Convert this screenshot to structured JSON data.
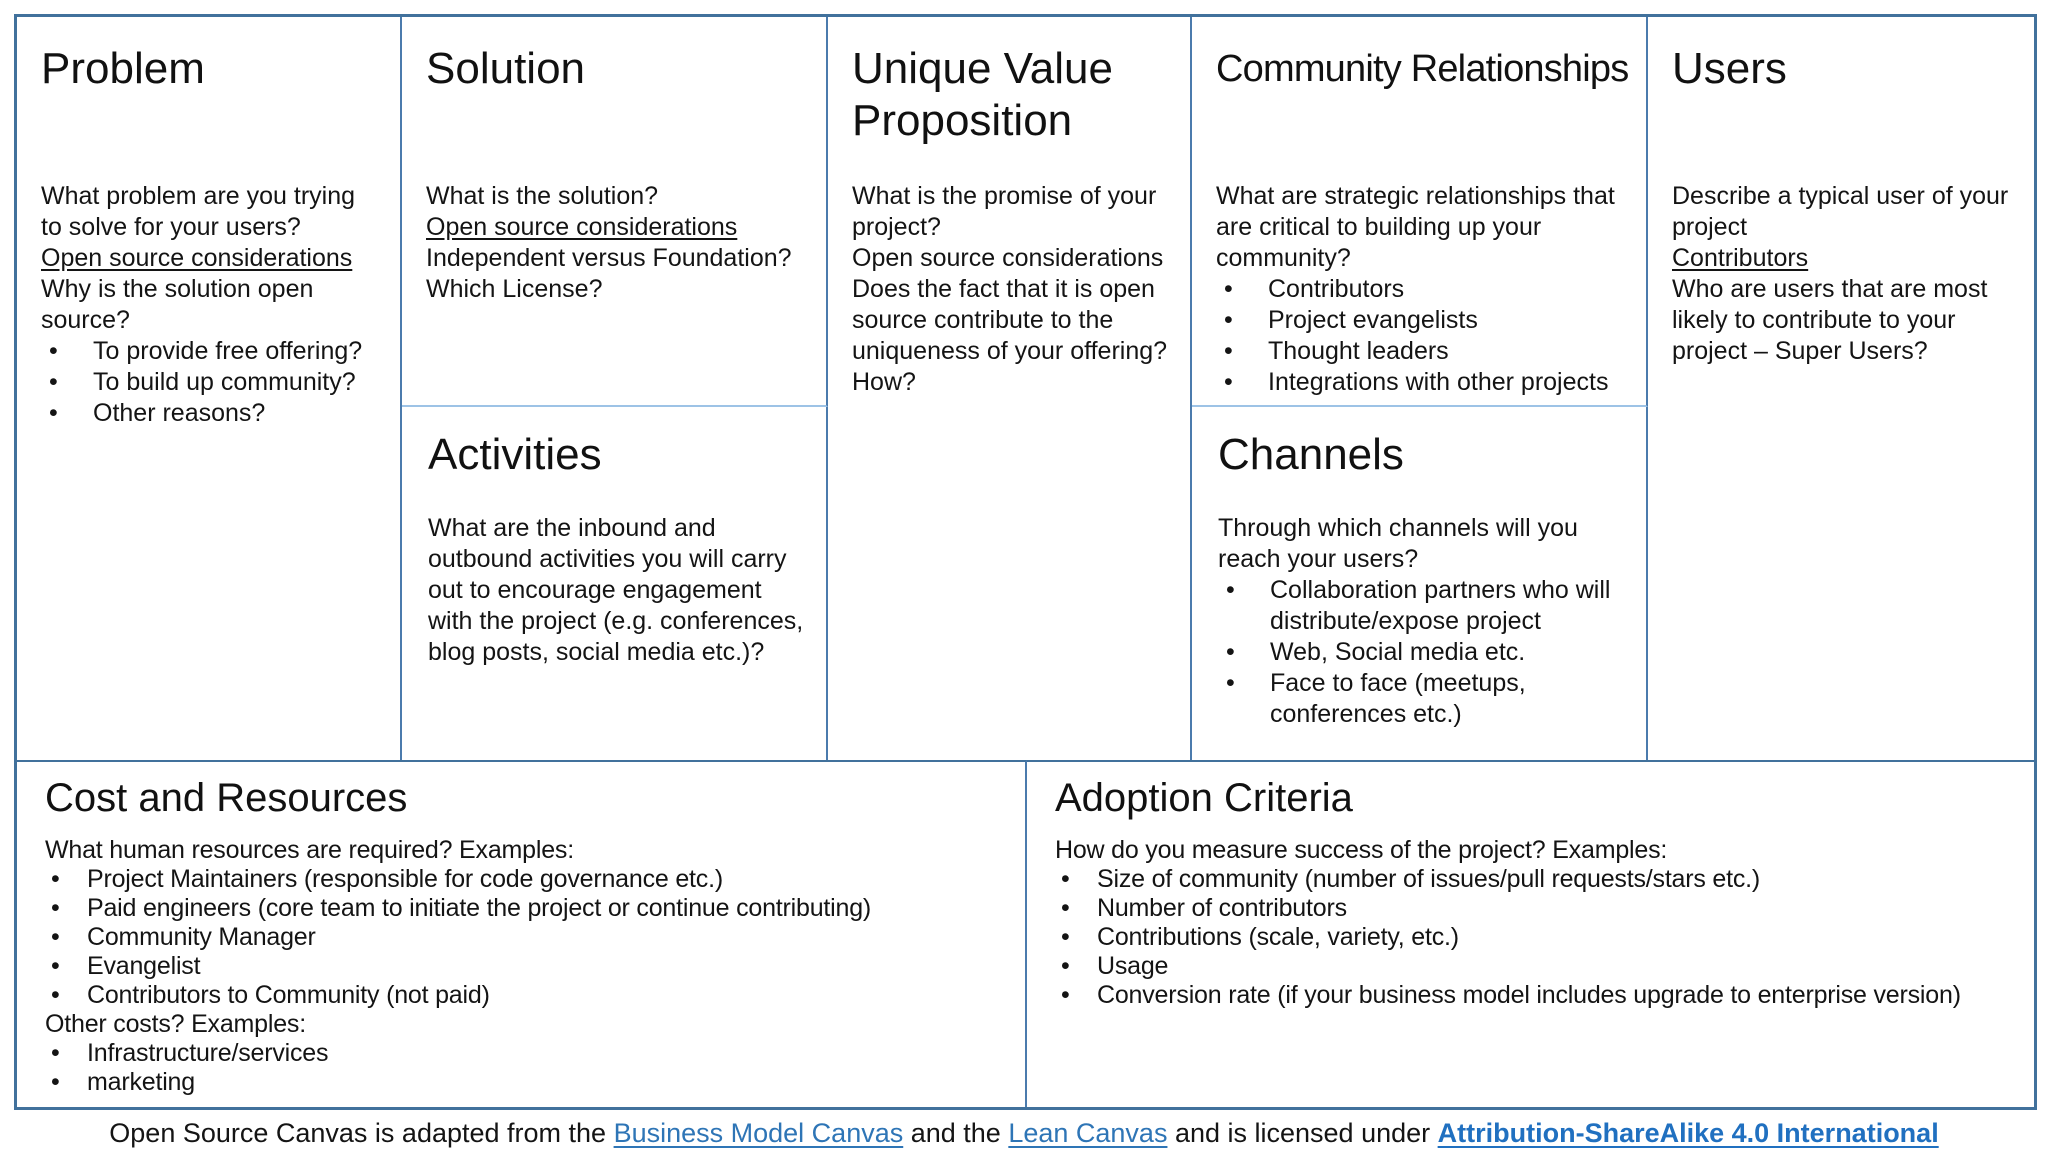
{
  "colors": {
    "outer_border": "#41719C",
    "inner_divider": "#4B7BAD",
    "light_divider": "#9DC3E6",
    "link_blue": "#2E75B6",
    "link_bold_blue": "#2070C0"
  },
  "cells": {
    "problem": {
      "title": "Problem",
      "intro": "What problem are you trying to solve for your users?",
      "subheading": "Open source considerations",
      "subtext": "Why is the solution open source?",
      "bullets": [
        "To provide free offering?",
        "To build up community?",
        "Other reasons?"
      ]
    },
    "solution": {
      "title": "Solution",
      "intro": "What is the solution?",
      "subheading": "Open source considerations",
      "line1": "Independent versus Foundation?",
      "line2": "Which License?"
    },
    "activities": {
      "title": "Activities",
      "body": "What are the inbound and outbound activities you will carry out to encourage engagement with the project (e.g. conferences, blog posts, social media etc.)?"
    },
    "uvp": {
      "title": "Unique Value Proposition",
      "intro": "What is the promise of your project?",
      "subheading": "Open source considerations",
      "subtext": "Does the fact that it is open source contribute to the uniqueness of your offering? How?"
    },
    "community": {
      "title": "Community Relationships",
      "intro": "What are strategic relationships that are critical to building up your community?",
      "bullets": [
        "Contributors",
        "Project evangelists",
        "Thought leaders",
        "Integrations with other projects"
      ]
    },
    "channels": {
      "title": "Channels",
      "intro": "Through which channels will you reach your users?",
      "bullets": [
        "Collaboration partners who will distribute/expose project",
        "Web, Social media etc.",
        "Face to face (meetups, conferences etc.)"
      ]
    },
    "users": {
      "title": "Users",
      "intro": "Describe a typical user of your project",
      "subheading": "Contributors",
      "subtext": "Who are users that are most likely to contribute to your project – Super Users?"
    },
    "cost": {
      "title": "Cost and Resources",
      "intro": "What human resources are required? Examples:",
      "bullets": [
        "Project Maintainers (responsible for code governance etc.)",
        "Paid engineers (core team to initiate the project or continue contributing)",
        "Community Manager",
        "Evangelist",
        "Contributors  to Community (not paid)"
      ],
      "other_heading": "Other costs? Examples:",
      "other_bullets": [
        "Infrastructure/services",
        "marketing"
      ]
    },
    "adoption": {
      "title": "Adoption Criteria",
      "intro": "How do you measure success of the project? Examples:",
      "bullets": [
        "Size of community (number of issues/pull requests/stars etc.)",
        "Number of contributors",
        "Contributions (scale, variety, etc.)",
        "Usage",
        "Conversion rate (if your business model includes upgrade to enterprise version)"
      ]
    }
  },
  "footer": {
    "part1": "Open Source Canvas is adapted from the ",
    "link_bmc": "Business Model Canvas",
    "part2": " and the ",
    "link_lean": "Lean Canvas",
    "part3": " and is licensed under ",
    "link_license": "Attribution-ShareAlike 4.0 International"
  }
}
